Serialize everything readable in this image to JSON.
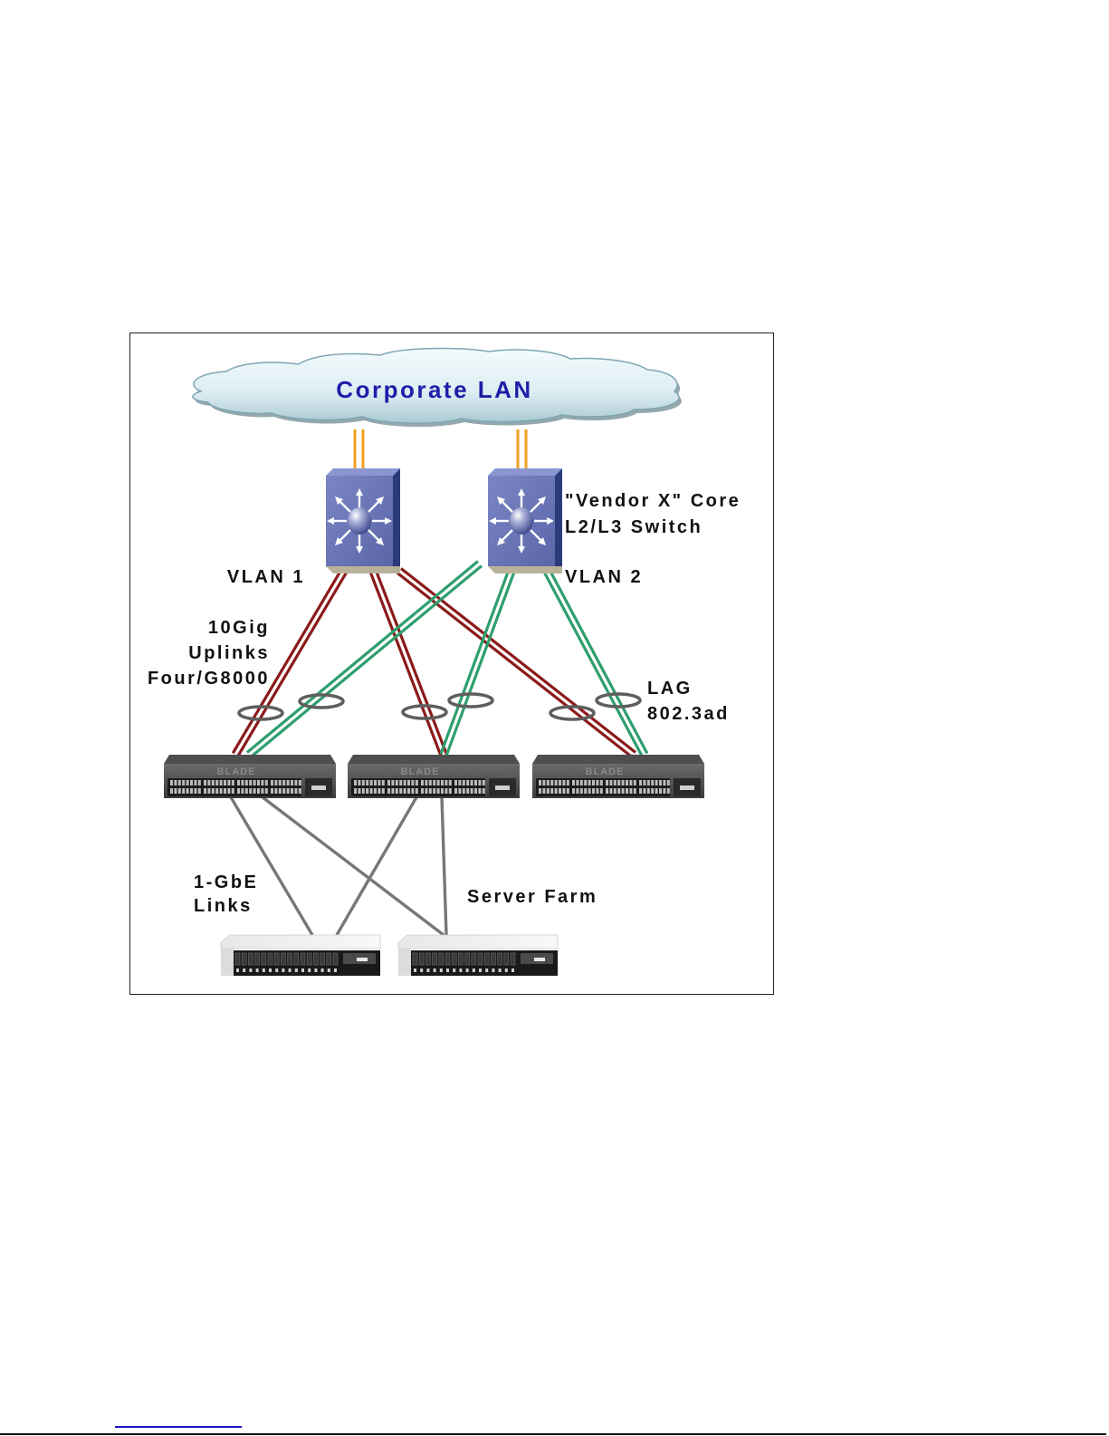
{
  "diagram": {
    "cloud": {
      "label": "Corporate LAN",
      "icon": "cloud-icon"
    },
    "core_switches": {
      "label_line1": "\"Vendor X\" Core",
      "label_line2": "L2/L3 Switch",
      "items": [
        {
          "id": "core-1",
          "vlan": "VLAN 1",
          "icon": "l3-switch-icon"
        },
        {
          "id": "core-2",
          "vlan": "VLAN 2",
          "icon": "l3-switch-icon"
        }
      ]
    },
    "uplinks": {
      "label_line1": "10Gig",
      "label_line2": "Uplinks",
      "label_line3": "Four/G8000",
      "vlan1_color": "#8b1a1a",
      "vlan2_color": "#2e9e6e",
      "cloud_link_color": "#f0a020"
    },
    "lag": {
      "label_line1": "LAG",
      "label_line2": "802.3ad"
    },
    "access_switches": [
      {
        "id": "blade-1",
        "brand": "BLADE",
        "icon": "rack-switch-icon"
      },
      {
        "id": "blade-2",
        "brand": "BLADE",
        "icon": "rack-switch-icon"
      },
      {
        "id": "blade-3",
        "brand": "BLADE",
        "icon": "rack-switch-icon"
      }
    ],
    "server_links": {
      "label_line1": "1-GbE",
      "label_line2": "Links",
      "color": "#777777"
    },
    "server_farm": {
      "label": "Server Farm",
      "servers": [
        {
          "id": "server-1",
          "icon": "rack-server-icon"
        },
        {
          "id": "server-2",
          "icon": "rack-server-icon"
        }
      ]
    }
  }
}
